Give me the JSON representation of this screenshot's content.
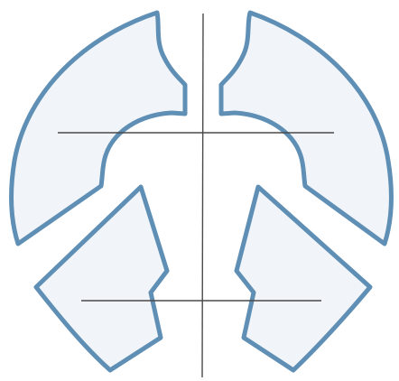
{
  "figure": {
    "kind": "symmetric circular cutout diagram",
    "colors": {
      "outline": "#5f8fb5",
      "fill": "#f1f5f9",
      "guide_lines": "#4a4a4a",
      "background": "#ffffff"
    },
    "pieces": [
      "upper-left-piece",
      "upper-right-piece",
      "lower-left-piece",
      "lower-right-piece"
    ],
    "guides": [
      "vertical-center-line",
      "upper-horizontal-line",
      "lower-horizontal-line"
    ]
  }
}
